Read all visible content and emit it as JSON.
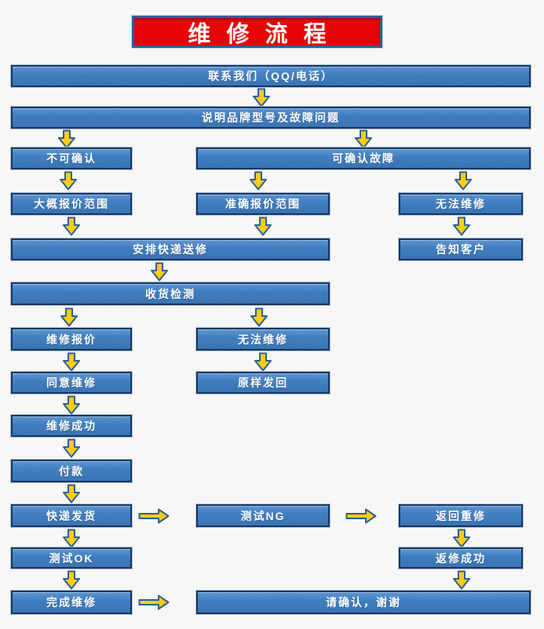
{
  "title": "维 修 流 程",
  "colors": {
    "background": "#f7f7f7",
    "title_bg": "#e60404",
    "title_border": "#2e5f94",
    "box_fill": "#3d7cc0",
    "box_border": "#17375e",
    "arrow_fill": "#ffcc11",
    "arrow_border": "#2a6099",
    "text": "#ffffff"
  },
  "icons": {
    "down_arrow": "block-arrow-down",
    "right_arrow": "block-arrow-right"
  },
  "nodes": {
    "contact": {
      "label": "联系我们（QQ/电话）"
    },
    "describe": {
      "label": "说明品牌型号及故障问题"
    },
    "not_confirmable": {
      "label": "不可确认"
    },
    "confirmable": {
      "label": "可确认故障"
    },
    "rough_quote": {
      "label": "大概报价范围"
    },
    "accurate_quote": {
      "label": "准确报价范围"
    },
    "cannot_repair": {
      "label": "无法维修"
    },
    "arrange_express": {
      "label": "安排快递送修"
    },
    "inform_customer": {
      "label": "告知客户"
    },
    "receive_inspect": {
      "label": "收货检测"
    },
    "repair_quote": {
      "label": "维修报价"
    },
    "cannot_repair2": {
      "label": "无法维修"
    },
    "agree_repair": {
      "label": "同意维修"
    },
    "return_original": {
      "label": "原样发回"
    },
    "repair_success": {
      "label": "维修成功"
    },
    "payment": {
      "label": "付款"
    },
    "express_ship": {
      "label": "快递发货"
    },
    "test_ng": {
      "label": "测试NG"
    },
    "return_rework": {
      "label": "返回重修"
    },
    "test_ok": {
      "label": "测试OK"
    },
    "rework_success": {
      "label": "返修成功"
    },
    "complete_repair": {
      "label": "完成维修"
    },
    "confirm_thanks": {
      "label": "请确认，谢谢"
    }
  }
}
